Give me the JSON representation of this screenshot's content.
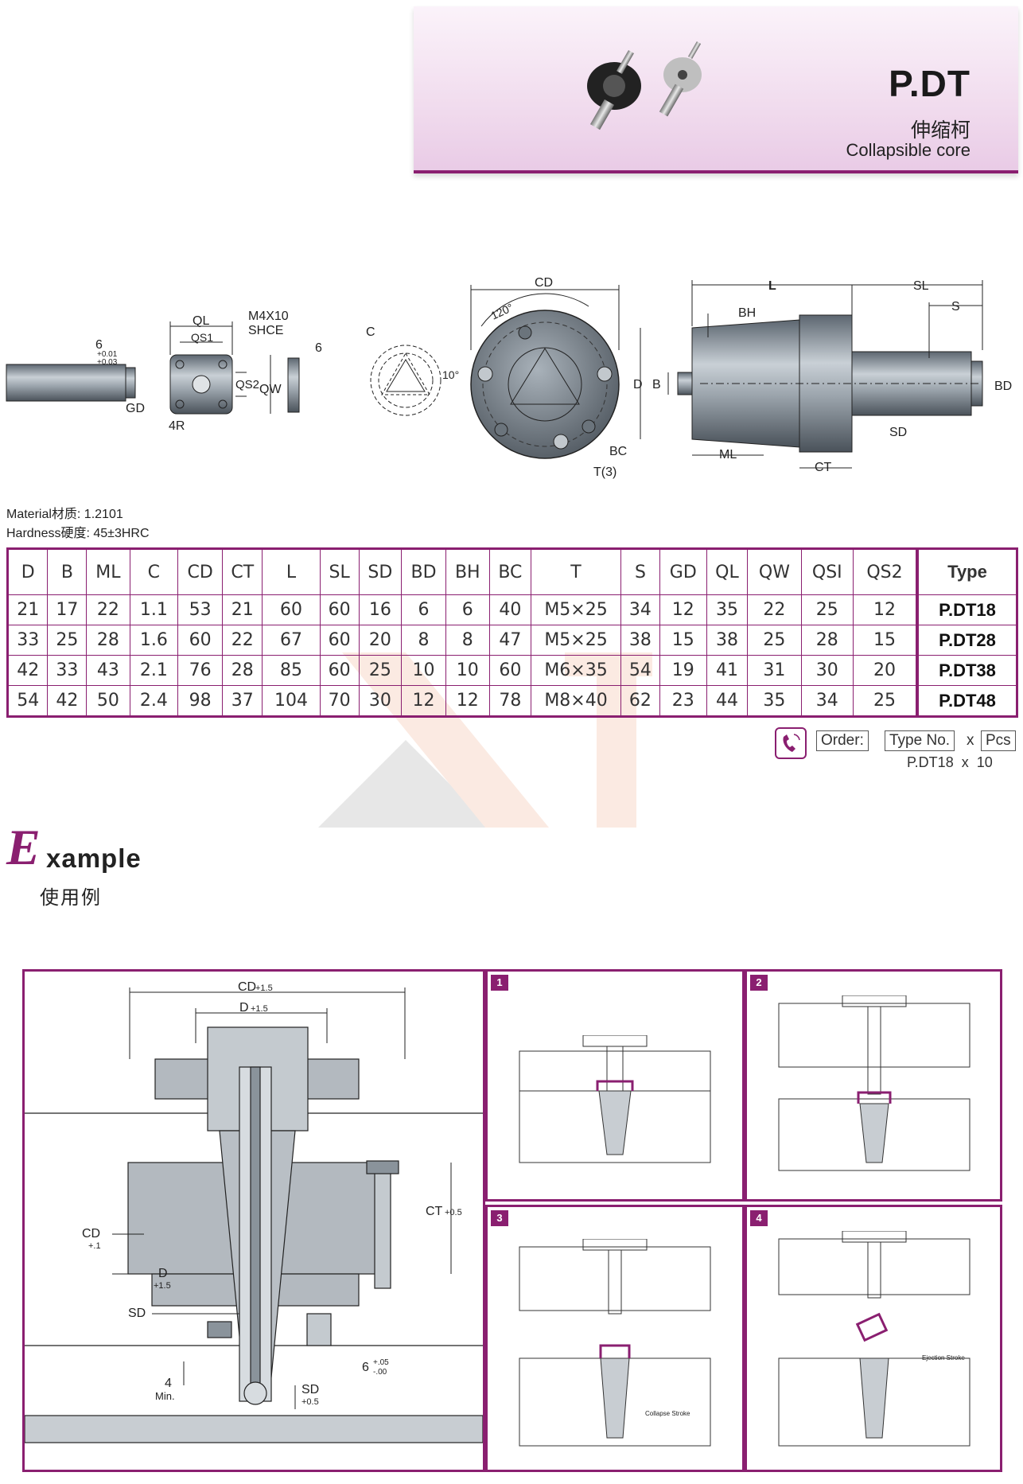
{
  "header": {
    "code": "P.DT",
    "name_cn": "伸缩柯",
    "name_en": "Collapsible core"
  },
  "drawing_labels": {
    "ql": "QL",
    "qs1": "QS1",
    "qs2": "QS2",
    "qw": "QW",
    "gd": "GD",
    "r4": "4R",
    "screw": "M4X10",
    "shce": "SHCE",
    "six": "6",
    "tol_plus": "+0.01",
    "tol_minus": "+0.03",
    "c": "C",
    "ten_deg": "10°",
    "cd": "CD",
    "deg120": "120°",
    "bc": "BC",
    "t3": "T(3)",
    "l": "L",
    "sl": "SL",
    "s": "S",
    "bh": "BH",
    "d": "D",
    "b": "B",
    "bd": "BD",
    "sd": "SD",
    "ml": "ML",
    "ct": "CT"
  },
  "specs": {
    "material": "Material材质: 1.2101",
    "hardness": "Hardness硬度: 45±3HRC"
  },
  "table": {
    "headers": [
      "D",
      "B",
      "ML",
      "C",
      "CD",
      "CT",
      "L",
      "SL",
      "SD",
      "BD",
      "BH",
      "BC",
      "T",
      "S",
      "GD",
      "QL",
      "QW",
      "QSI",
      "QS2",
      "Type"
    ],
    "rows": [
      [
        "21",
        "17",
        "22",
        "1.1",
        "53",
        "21",
        "60",
        "60",
        "16",
        "6",
        "6",
        "40",
        "M5×25",
        "34",
        "12",
        "35",
        "22",
        "25",
        "12",
        "P.DT18"
      ],
      [
        "33",
        "25",
        "28",
        "1.6",
        "60",
        "22",
        "67",
        "60",
        "20",
        "8",
        "8",
        "47",
        "M5×25",
        "38",
        "15",
        "38",
        "25",
        "28",
        "15",
        "P.DT28"
      ],
      [
        "42",
        "33",
        "43",
        "2.1",
        "76",
        "28",
        "85",
        "60",
        "25",
        "10",
        "10",
        "60",
        "M6×35",
        "54",
        "19",
        "41",
        "31",
        "30",
        "20",
        "P.DT38"
      ],
      [
        "54",
        "42",
        "50",
        "2.4",
        "98",
        "37",
        "104",
        "70",
        "30",
        "12",
        "12",
        "78",
        "M8×40",
        "62",
        "23",
        "44",
        "35",
        "34",
        "25",
        "P.DT48"
      ]
    ]
  },
  "order": {
    "label": "Order:",
    "type_no": "Type No.",
    "x": "x",
    "pcs": "Pcs",
    "example": "P.DT18  x  10"
  },
  "example": {
    "e": "E",
    "rest": "xample",
    "cn": "使用例",
    "labels": {
      "cd_top": "CD",
      "cd_top_tol": "+1.5",
      "d_top": "D",
      "d_top_tol": "+1.5",
      "ct": "CT",
      "ct_tol": "+0.5",
      "cd_left": "CD",
      "cd_left_tol": "+.1",
      "d_left": "D",
      "d_left_tol": "+1.5",
      "sd_left": "SD",
      "four": "4",
      "min": "Min.",
      "sd_bottom": "SD",
      "sd_bottom_tol": "+0.5",
      "six": "6",
      "six_tol_plus": "+.05",
      "six_tol_minus": "-.00"
    },
    "steps": [
      "1",
      "2",
      "3",
      "4"
    ],
    "step3_note": "Collapse Stroke",
    "step4_note": "Ejection Stroke"
  },
  "colors": {
    "accent": "#8a1f70",
    "steel": "#5b6770"
  }
}
